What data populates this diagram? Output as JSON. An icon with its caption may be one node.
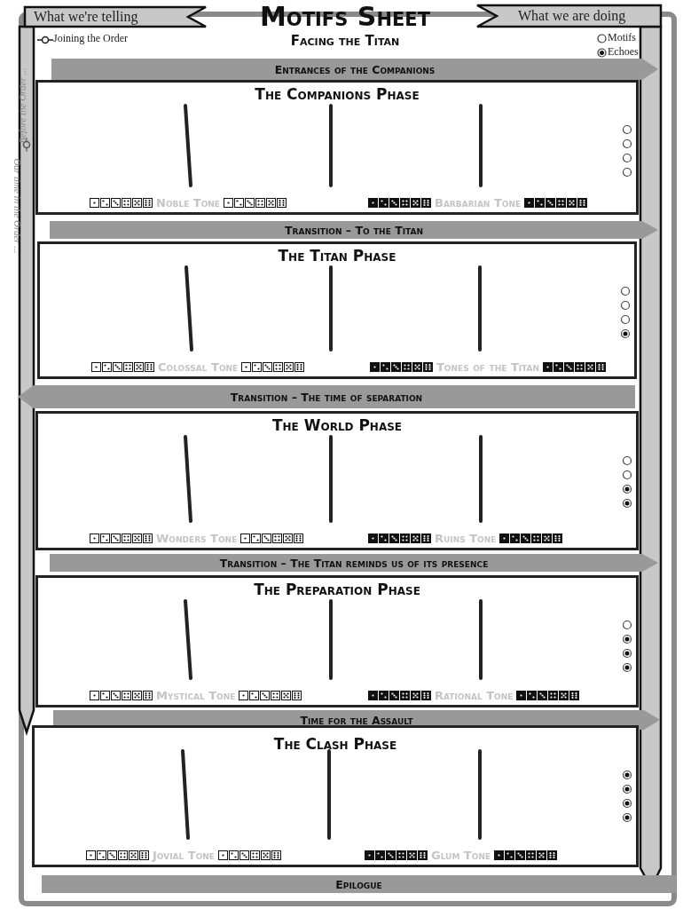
{
  "diagram": {
    "title": "Motifs Sheet",
    "nodes": [
      {
        "text": [
          "Entrances of the Companions"
        ]
      },
      {
        "text": [
          "The Companions Phase",
          "Noble Tone",
          "Barbarian Tone"
        ]
      },
      {
        "text": [
          "Transition – To the Titan"
        ]
      },
      {
        "text": [
          "The Titan Phase",
          "Colossal Tone",
          "Tones of the Titan"
        ]
      },
      {
        "text": [
          "Transition – The time of separation"
        ]
      },
      {
        "text": [
          "The World Phase",
          "Wonders Tone",
          "Ruins Tone"
        ]
      },
      {
        "text": [
          "Transition – The Titan reminds us of its presence"
        ]
      },
      {
        "text": [
          "The Preparation Phase",
          "Mystical Tone",
          "Rational Tone"
        ]
      },
      {
        "text": [
          "Time for the Assault"
        ]
      },
      {
        "text": [
          "The Clash Phase",
          "Jovial Tone",
          "Glum Tone"
        ]
      },
      {
        "text": [
          "Epilogue"
        ]
      }
    ],
    "labels": [
      "What we're telling",
      "Facing the Titan",
      "What we are doing",
      "Joining the Order",
      "Motifs",
      "Echoes",
      "Before the Order ...",
      "Our time in the Order ..."
    ]
  }
}
